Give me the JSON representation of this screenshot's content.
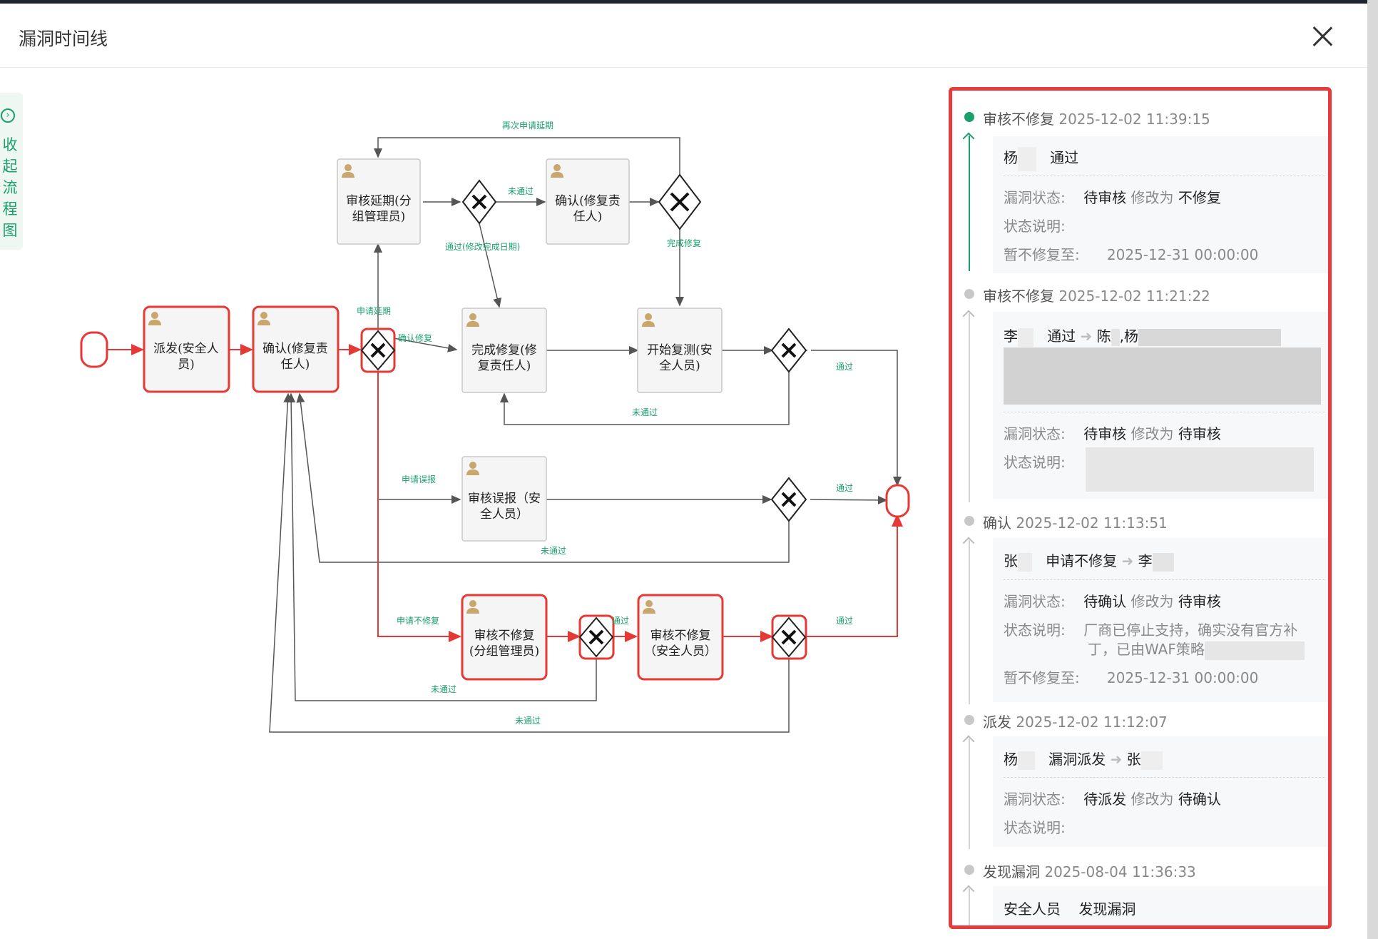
{
  "dialog": {
    "title": "漏洞时间线"
  },
  "sidebar_toggle": {
    "label_chars": [
      "收",
      "起",
      "流",
      "程",
      "图"
    ],
    "icon": "circle-chevron-right-icon"
  },
  "flow": {
    "nodes": {
      "dispatch": [
        "派发(安全人",
        "员)"
      ],
      "confirm": [
        "确认(修复责",
        "任人)"
      ],
      "review_extend": [
        "审核延期(分",
        "组管理员)"
      ],
      "confirm2": [
        "确认(修复责",
        "任人)"
      ],
      "finish_fix": [
        "完成修复(修",
        "复责任人)"
      ],
      "retest": [
        "开始复测(安",
        "全人员)"
      ],
      "review_false": [
        "审核误报（安",
        "全人员）"
      ],
      "review_nofix_group": [
        "审核不修复",
        "(分组管理员)"
      ],
      "review_nofix_sec": [
        "审核不修复",
        "（安全人员）"
      ]
    },
    "labels": {
      "reapply_extend": "再次申请延期",
      "not_passed_1": "未通过",
      "pass_modify_date": "通过(修改完成日期)",
      "fix_complete": "完成修复",
      "apply_extend": "申请延期",
      "confirm_fix": "确认修复",
      "passed_1": "通过",
      "not_passed_2": "未通过",
      "apply_false": "申请误报",
      "passed_2": "通过",
      "not_passed_3": "未通过",
      "apply_nofix": "申请不修复",
      "passed_3": "通过",
      "passed_4": "通过",
      "not_passed_4": "未通过",
      "not_passed_5": "未通过"
    }
  },
  "timeline": [
    {
      "action": "审核不修复",
      "time": "2025-12-02 11:39:15",
      "user": "杨",
      "op": "通过",
      "status_label": "漏洞状态:",
      "status_from": "待审核",
      "changed_to": "修改为",
      "status_to": "不修复",
      "desc_label": "状态说明:",
      "desc": "",
      "until_label": "暂不修复至:",
      "until": "2025-12-31 00:00:00"
    },
    {
      "action": "审核不修复",
      "time": "2025-12-02 11:21:22",
      "user": "李",
      "op": "通过",
      "target": "陈",
      "target2": ",杨",
      "status_label": "漏洞状态:",
      "status_from": "待审核",
      "changed_to": "修改为",
      "status_to": "待审核",
      "desc_label": "状态说明:"
    },
    {
      "action": "确认",
      "time": "2025-12-02 11:13:51",
      "user": "张",
      "op": "申请不修复",
      "target": "李",
      "status_label": "漏洞状态:",
      "status_from": "待确认",
      "changed_to": "修改为",
      "status_to": "待审核",
      "desc_label": "状态说明:",
      "desc_line1": "厂商已停止支持，确实没有官方补",
      "desc_line2": "丁，已由WAF策略",
      "until_label": "暂不修复至:",
      "until": "2025-12-31 00:00:00"
    },
    {
      "action": "派发",
      "time": "2025-12-02 11:12:07",
      "user": "杨",
      "op": "漏洞派发",
      "target": "张",
      "status_label": "漏洞状态:",
      "status_from": "待派发",
      "changed_to": "修改为",
      "status_to": "待确认",
      "desc_label": "状态说明:"
    },
    {
      "action": "发现漏洞",
      "time": "2025-08-04 11:36:33",
      "user": "安全人员",
      "op": "发现漏洞"
    }
  ]
}
